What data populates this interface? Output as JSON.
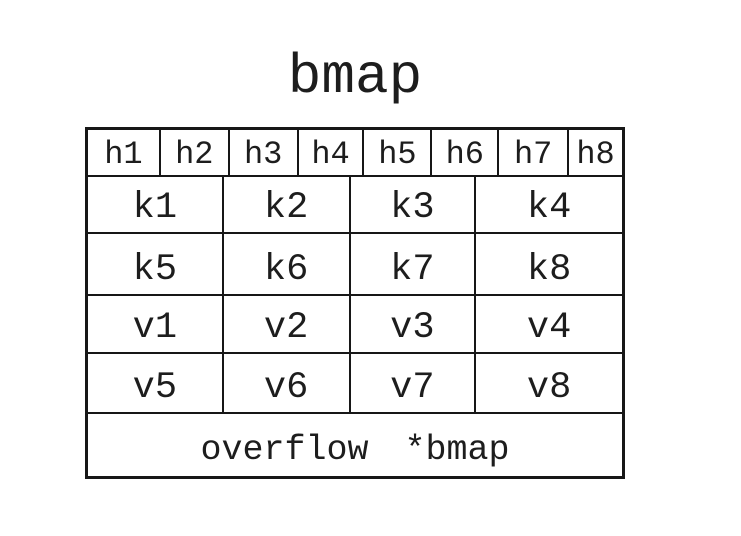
{
  "title": "bmap",
  "colors": {
    "ink": "#1d1d1d",
    "line": "#171717",
    "background": "#ffffff"
  },
  "table": {
    "tophash": {
      "cells": [
        "h1",
        "h2",
        "h3",
        "h4",
        "h5",
        "h6",
        "h7",
        "h8"
      ]
    },
    "keys": {
      "row1": [
        "k1",
        "k2",
        "k3",
        "k4"
      ],
      "row2": [
        "k5",
        "k6",
        "k7",
        "k8"
      ]
    },
    "values": {
      "row1": [
        "v1",
        "v2",
        "v3",
        "v4"
      ],
      "row2": [
        "v5",
        "v6",
        "v7",
        "v8"
      ]
    },
    "overflow": {
      "label": "overflow",
      "pointer": "*bmap"
    }
  }
}
